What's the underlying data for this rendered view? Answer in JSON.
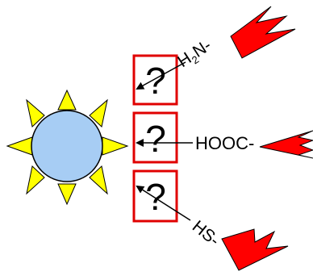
{
  "question_mark": "?",
  "groups": {
    "amine": {
      "h": "H",
      "sub": "2",
      "rest": "N-"
    },
    "carboxyl": {
      "label": "HOOC-"
    },
    "thiol": {
      "label": "HS-"
    }
  },
  "colors": {
    "sun_body": "#a7cdf4",
    "sun_rays": "#ffff00",
    "box_border": "#e00000",
    "ligand_fill": "#ff0000"
  }
}
